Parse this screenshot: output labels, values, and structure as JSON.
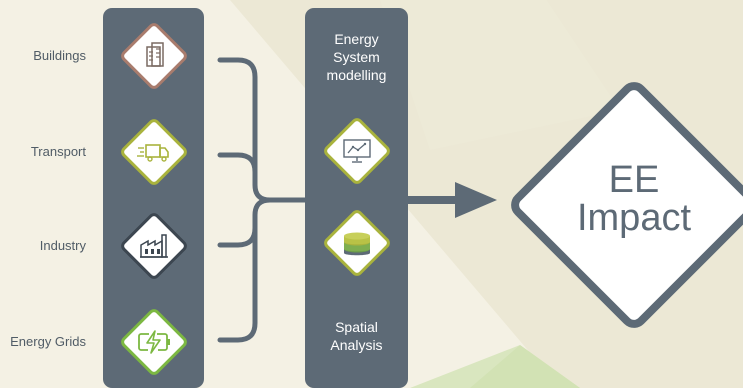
{
  "categories": [
    {
      "label": "Buildings",
      "icon": "buildings-icon"
    },
    {
      "label": "Transport",
      "icon": "delivery-truck-icon"
    },
    {
      "label": "Industry",
      "icon": "factory-icon"
    },
    {
      "label": "Energy Grids",
      "icon": "battery-charging-icon"
    }
  ],
  "middle": {
    "top_line1": "Energy",
    "top_line2": "System",
    "top_line3": "modelling",
    "bottom_line1": "Spatial",
    "bottom_line2": "Analysis",
    "top_icon": "monitor-chart-icon",
    "bottom_icon": "layered-data-icon"
  },
  "impact": {
    "line1": "EE",
    "line2": "Impact"
  },
  "colors": {
    "panel": "#5d6a76",
    "background": "#f4f1e4",
    "buildings": "#a97c6d",
    "transport": "#a9b33d",
    "industry": "#3c4650",
    "energy_grids": "#7cb842",
    "analysis": "#a9b33d"
  }
}
